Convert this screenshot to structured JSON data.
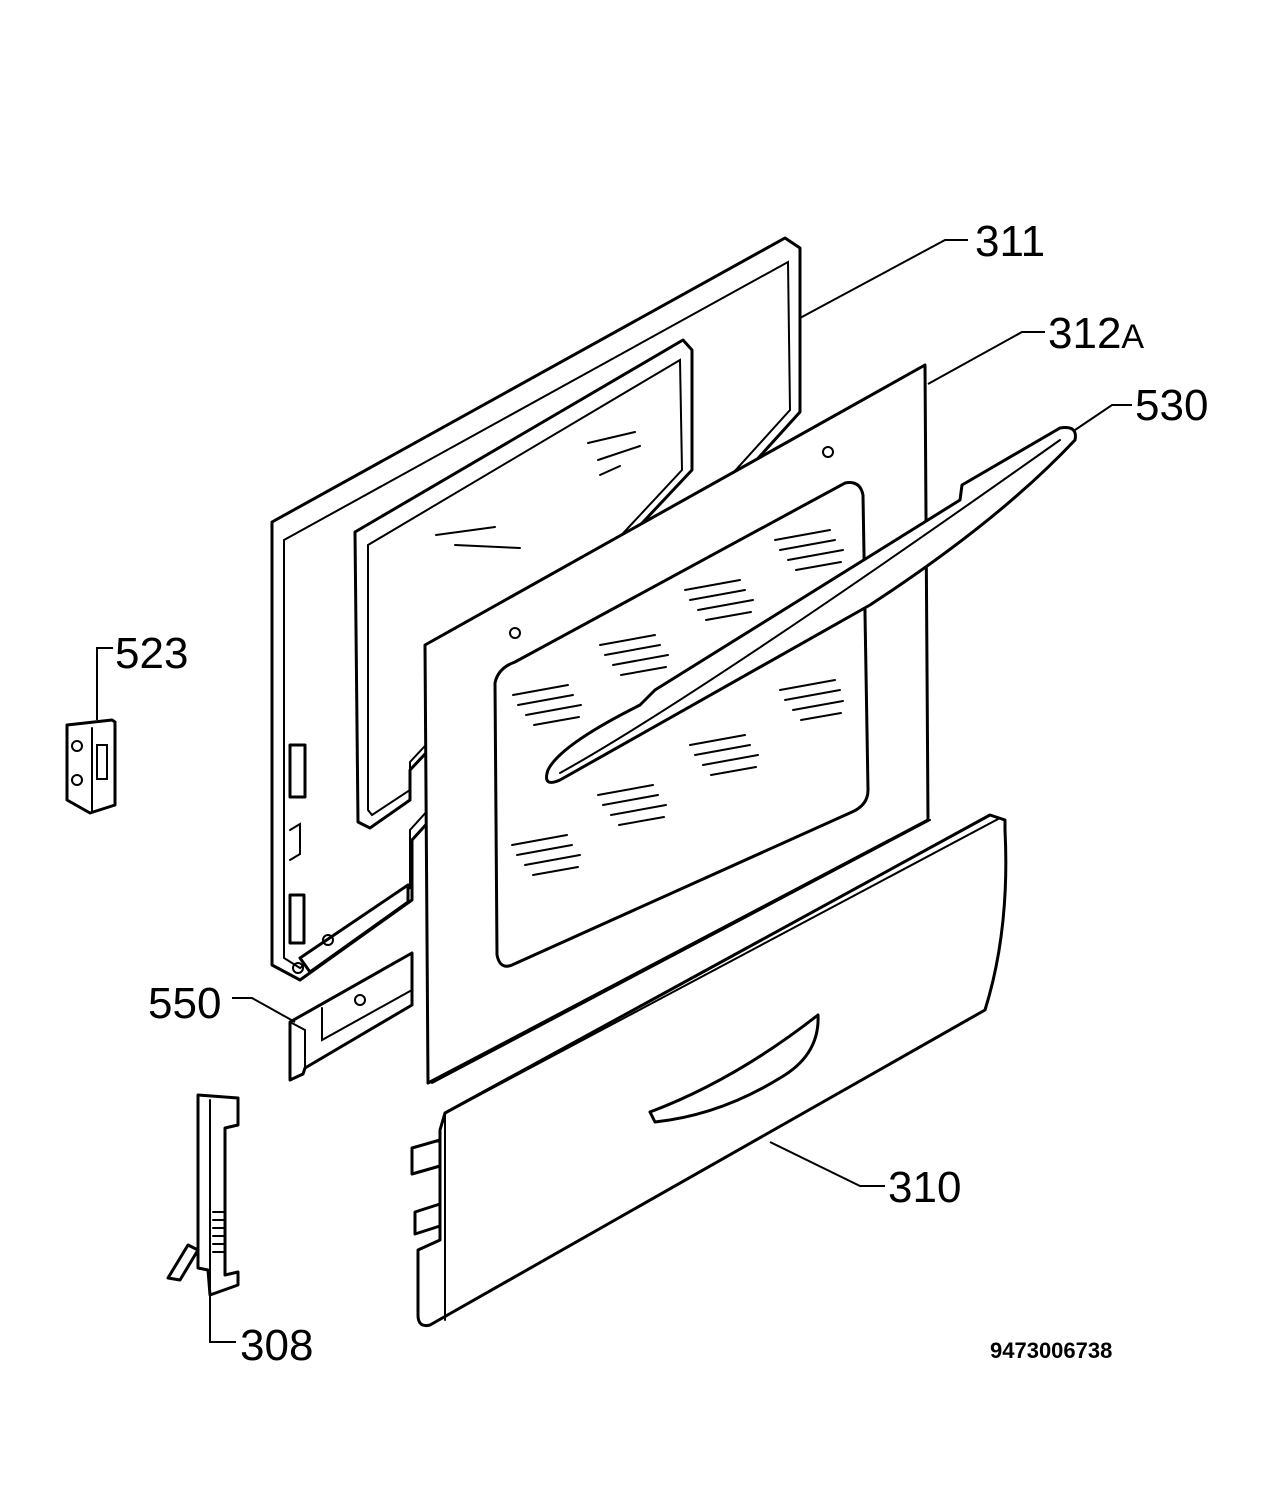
{
  "parts": [
    {
      "id": "outer-frame",
      "number": "311"
    },
    {
      "id": "glass-panel",
      "number": "312",
      "suffix": "A"
    },
    {
      "id": "handle",
      "number": "530"
    },
    {
      "id": "hinge-cover",
      "number": "523"
    },
    {
      "id": "bottom-profile",
      "number": "550"
    },
    {
      "id": "hinge",
      "number": "308"
    },
    {
      "id": "drawer-front",
      "number": "310"
    }
  ],
  "reference_number": "9473006738",
  "colors": {
    "line": "#000000",
    "background": "#ffffff"
  }
}
